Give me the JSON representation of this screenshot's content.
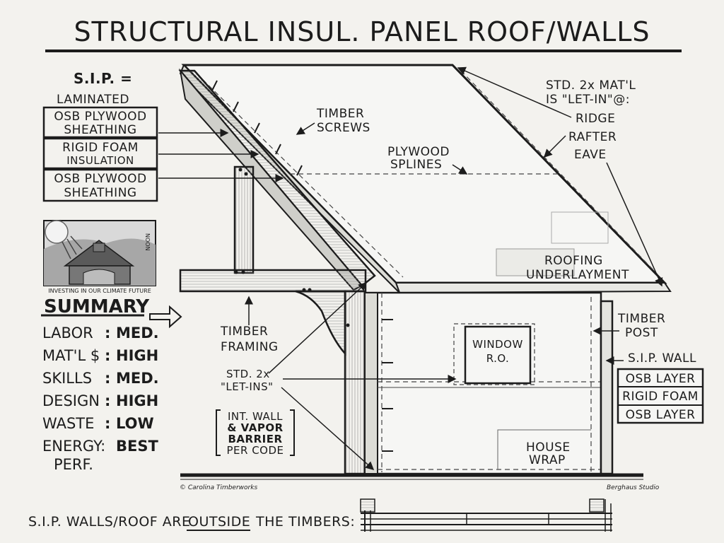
{
  "title": "STRUCTURAL INSUL. PANEL ROOF/WALLS",
  "sip_def": {
    "heading": "S.I.P. =",
    "subheading": "LAMINATED",
    "layers": [
      [
        "OSB PLYWOOD",
        "SHEATHING"
      ],
      [
        "RIGID FOAM",
        "INSULATION"
      ],
      [
        "OSB PLYWOOD",
        "SHEATHING"
      ]
    ]
  },
  "thumbnail": {
    "caption": "INVESTING IN OUR CLIMATE FUTURE",
    "side_text": "NOON"
  },
  "summary": {
    "heading": "SUMMARY",
    "rows": [
      {
        "key": "LABOR",
        "value": "MED."
      },
      {
        "key": "MAT'L $",
        "value": "HIGH"
      },
      {
        "key": "SKILLS",
        "value": "MED."
      },
      {
        "key": "DESIGN",
        "value": "HIGH"
      },
      {
        "key": "WASTE",
        "value": "LOW"
      },
      {
        "key": "ENERGY:",
        "value": "BEST"
      }
    ],
    "energy_suffix": "PERF."
  },
  "labels": {
    "timber_screws": [
      "TIMBER",
      "SCREWS"
    ],
    "plywood_splines": [
      "PLYWOOD",
      "SPLINES"
    ],
    "std_let_in": [
      "STD. 2x MAT'L",
      "IS \"LET-IN\"@:"
    ],
    "ridge": "RIDGE",
    "rafter": "RAFTER",
    "eave": "EAVE",
    "roofing_underlayment": [
      "ROOFING",
      "UNDERLAYMENT"
    ],
    "timber_post": [
      "TIMBER",
      "POST"
    ],
    "sip_wall": "S.I.P. WALL",
    "wall_layers": [
      "OSB LAYER",
      "RIGID FOAM",
      "OSB LAYER"
    ],
    "window": [
      "WINDOW",
      "R.O."
    ],
    "timber_framing": [
      "TIMBER",
      "FRAMING"
    ],
    "std_2x_let_ins": [
      "STD. 2x",
      "\"LET-INS\""
    ],
    "int_wall": [
      "INT. WALL",
      "& VAPOR",
      "BARRIER",
      "PER CODE"
    ],
    "house_wrap": [
      "HOUSE",
      "WRAP"
    ]
  },
  "credits": {
    "left": "© Carolina Timberworks",
    "right": "Berghaus Studio"
  },
  "footer": {
    "prefix": "S.I.P. WALLS/ROOF ARE",
    "emphasis": "OUTSIDE",
    "suffix": "THE TIMBERS:"
  }
}
